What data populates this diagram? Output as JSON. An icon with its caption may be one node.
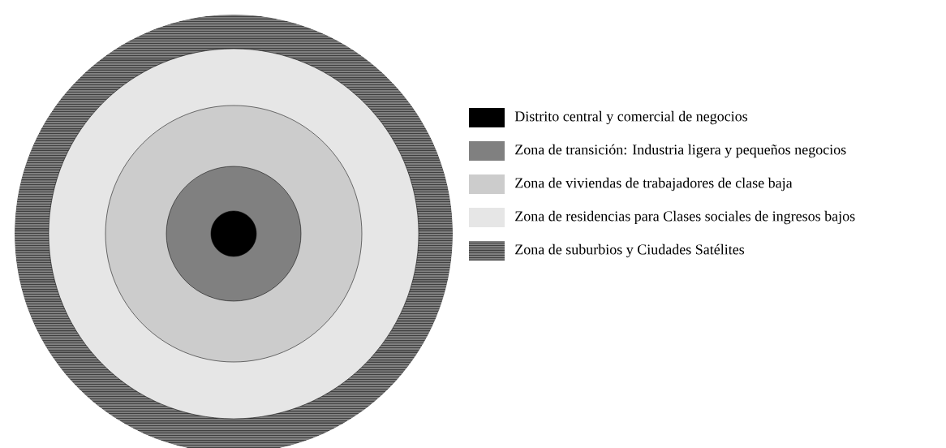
{
  "diagram": {
    "legend": [
      {
        "text": "Distrito central y comercial de negocios",
        "color": "#000000"
      },
      {
        "text": "Zona de transición: Industria ligera y pequeños negocios",
        "color": "#808080"
      },
      {
        "text": "Zona de viviendas de trabajadores de clase baja",
        "color": "#cccccc"
      },
      {
        "text": "Zona de residencias para Clases sociales de ingresos bajos",
        "color": "#e6e6e6"
      },
      {
        "text": "Zona de suburbios y Ciudades Satélites"
      }
    ]
  }
}
